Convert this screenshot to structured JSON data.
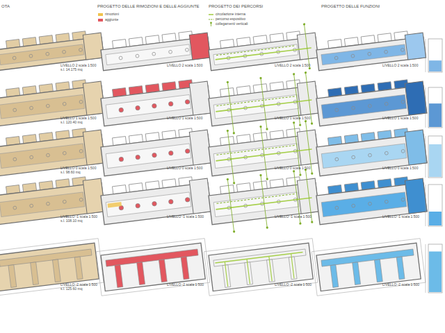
{
  "diagram": {
    "labels": [
      "OTA",
      "PROGETTO DELLE RIMOZIONI E DELLE AGGIUNTE",
      "PROGETTO DEI PERCORSI",
      "PROGETTO DELLE FUNZIONI",
      "LIVELLO 2 scala 1:500",
      "s.l. 14.175 mq",
      "LIVELLO 1 scala 1:500",
      "s.l. 120.40 mq",
      "LIVELLO 0 scala 1:500",
      "s.l. 98.60 mq",
      "LIVELLO -1 scala 1:500",
      "s.l. 108.10 mq",
      "LIVELLO -2 scala 1:500",
      "s.l. 125.60 mq",
      "LIVELLO 2 scala 1:500",
      "LIVELLO 1 scala 1:500",
      "LIVELLO 0 scala 1:500",
      "LIVELLO -1 scala 1:500",
      "LIVELLO -2 scala 1:500",
      "LIVELLO 2 scala 1:500",
      "LIVELLO 1 scala 1:500",
      "LIVELLO 0 scala 1:500",
      "LIVELLO -1 scala 1:500",
      "LIVELLO -2 scala 1:500",
      "LIVELLO 2 scala 1:500",
      "LIVELLO 1 scala 1:500",
      "LIVELLO 0 scala 1:500",
      "LIVELLO -1 scala 1:500",
      "LIVELLO -2 scala 1:500"
    ],
    "legend": [
      {
        "text": "rimozioni",
        "color": "#f0c24b"
      },
      {
        "text": "aggiunte",
        "color": "#e2575f"
      },
      {
        "text": "circolazione interna"
      },
      {
        "text": "percorso espositivo"
      },
      {
        "text": "collegamenti verticali"
      }
    ]
  }
}
